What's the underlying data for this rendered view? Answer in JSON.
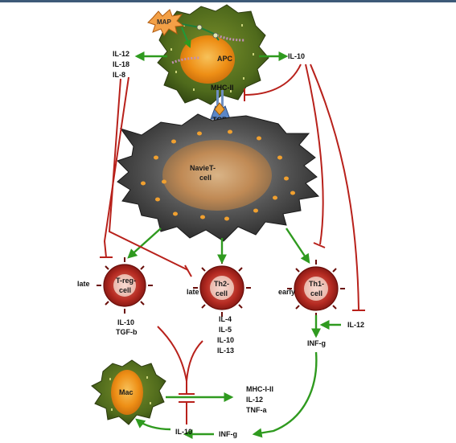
{
  "colors": {
    "activation": "#2f9a1f",
    "inhibition": "#b8211b",
    "apc_body": "#4f6a1c",
    "nucleus": "#e88a12",
    "naive_cell_body": "#3a3a3a",
    "effector_cell_body": "#a81e1e",
    "top_rule": "#3d5a78"
  },
  "cells": {
    "apc": "APC",
    "naive": [
      "NavieT-",
      "cell"
    ],
    "treg": [
      "T-reg-",
      "cell"
    ],
    "th2": [
      "Th2-",
      "cell"
    ],
    "th1": [
      "Th1-",
      "cell"
    ],
    "mac": "Mac"
  },
  "labels": {
    "map": "MAP",
    "mhc": "MHC-II",
    "tcr": "TCR",
    "apc_left": [
      "IL-12",
      "IL-18",
      "IL-8"
    ],
    "apc_right": "IL-10",
    "treg_timing": "late",
    "th2_timing": "late",
    "th1_timing": "early",
    "treg_out": [
      "IL-10",
      "TGF-b"
    ],
    "th2_out": [
      "IL-4",
      "IL-5",
      "IL-10",
      "IL-13"
    ],
    "il12_right": "IL-12",
    "th1_out": "INF-g",
    "mac_out": [
      "MHC-I-II",
      "IL-12",
      "TNF-a"
    ],
    "mac_in_il10": "IL-10",
    "mac_in_infg": "INF-g"
  }
}
